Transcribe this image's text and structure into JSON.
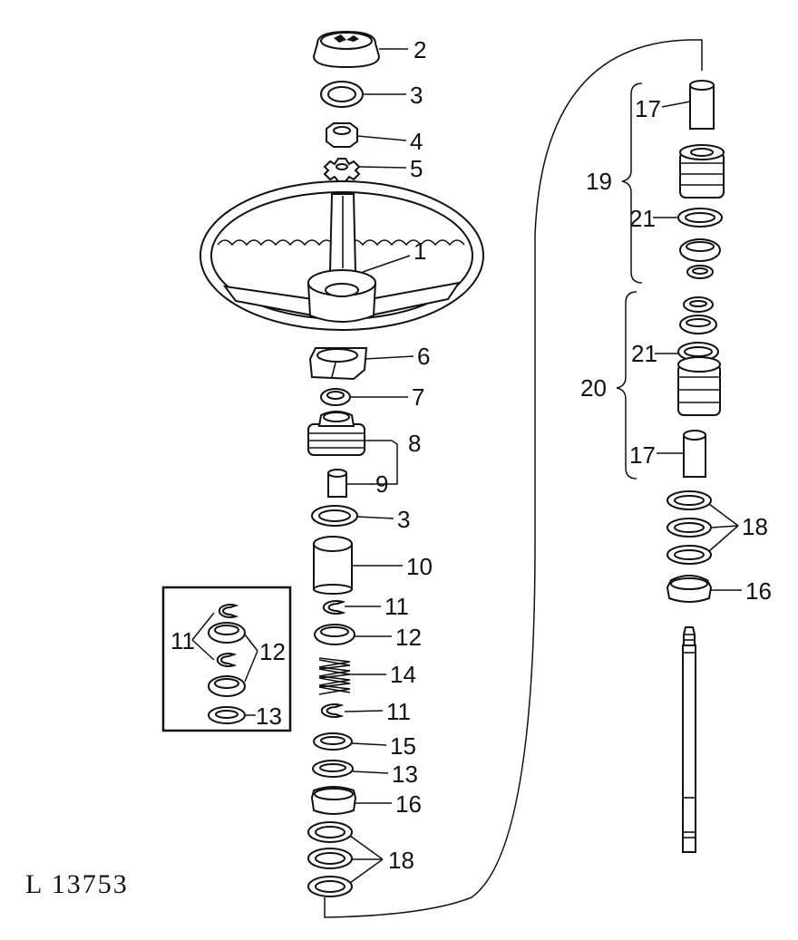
{
  "figure": {
    "reference": "L 13753"
  },
  "labels": {
    "l1": "1",
    "l2": "2",
    "l3a": "3",
    "l3b": "3",
    "l4": "4",
    "l5": "5",
    "l6": "6",
    "l7": "7",
    "l8": "8",
    "l9": "9",
    "l10": "10",
    "l11a": "11",
    "l11b": "11",
    "l12": "12",
    "l13": "13",
    "l14": "14",
    "l15": "15",
    "l16a": "16",
    "l16b": "16",
    "l17a": "17",
    "l17b": "17",
    "l18a": "18",
    "l18b": "18",
    "l19": "19",
    "l20": "20",
    "l21a": "21",
    "l21b": "21",
    "inset11": "11",
    "inset12": "12",
    "inset13": "13"
  },
  "icons": [
    "steering-wheel-icon",
    "spring-icon",
    "shaft-icon"
  ],
  "colors": {
    "line": "#111111",
    "background": "#ffffff"
  }
}
